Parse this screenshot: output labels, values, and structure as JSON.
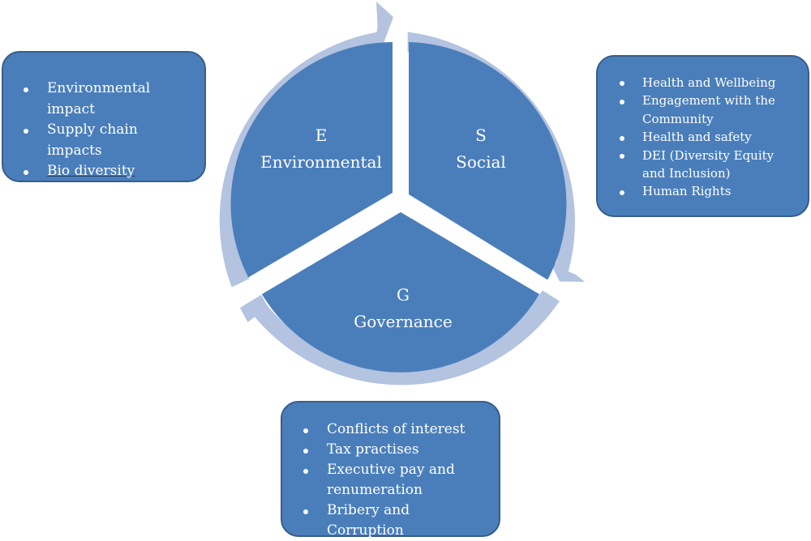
{
  "colors": {
    "segment_fill": "#4a7ebb",
    "arrow_ring": "#b3c3e0",
    "box_border": "#385d8a",
    "text": "#ffffff"
  },
  "segments": {
    "environmental": {
      "letter": "E",
      "label": "Environmental"
    },
    "social": {
      "letter": "S",
      "label": "Social"
    },
    "governance": {
      "letter": "G",
      "label": "Governance"
    }
  },
  "environmental_box": {
    "items": [
      "Environmental impact",
      "Supply chain impacts",
      "Bio diversity"
    ]
  },
  "social_box": {
    "items": [
      "Health and Wellbeing",
      "Engagement with the Community",
      "Health and safety",
      "DEI (Diversity Equity and Inclusion)",
      "Human Rights"
    ]
  },
  "governance_box": {
    "items": [
      "Conflicts of interest",
      "Tax practises",
      "Executive pay and renumeration",
      "Bribery and Corruption"
    ]
  }
}
